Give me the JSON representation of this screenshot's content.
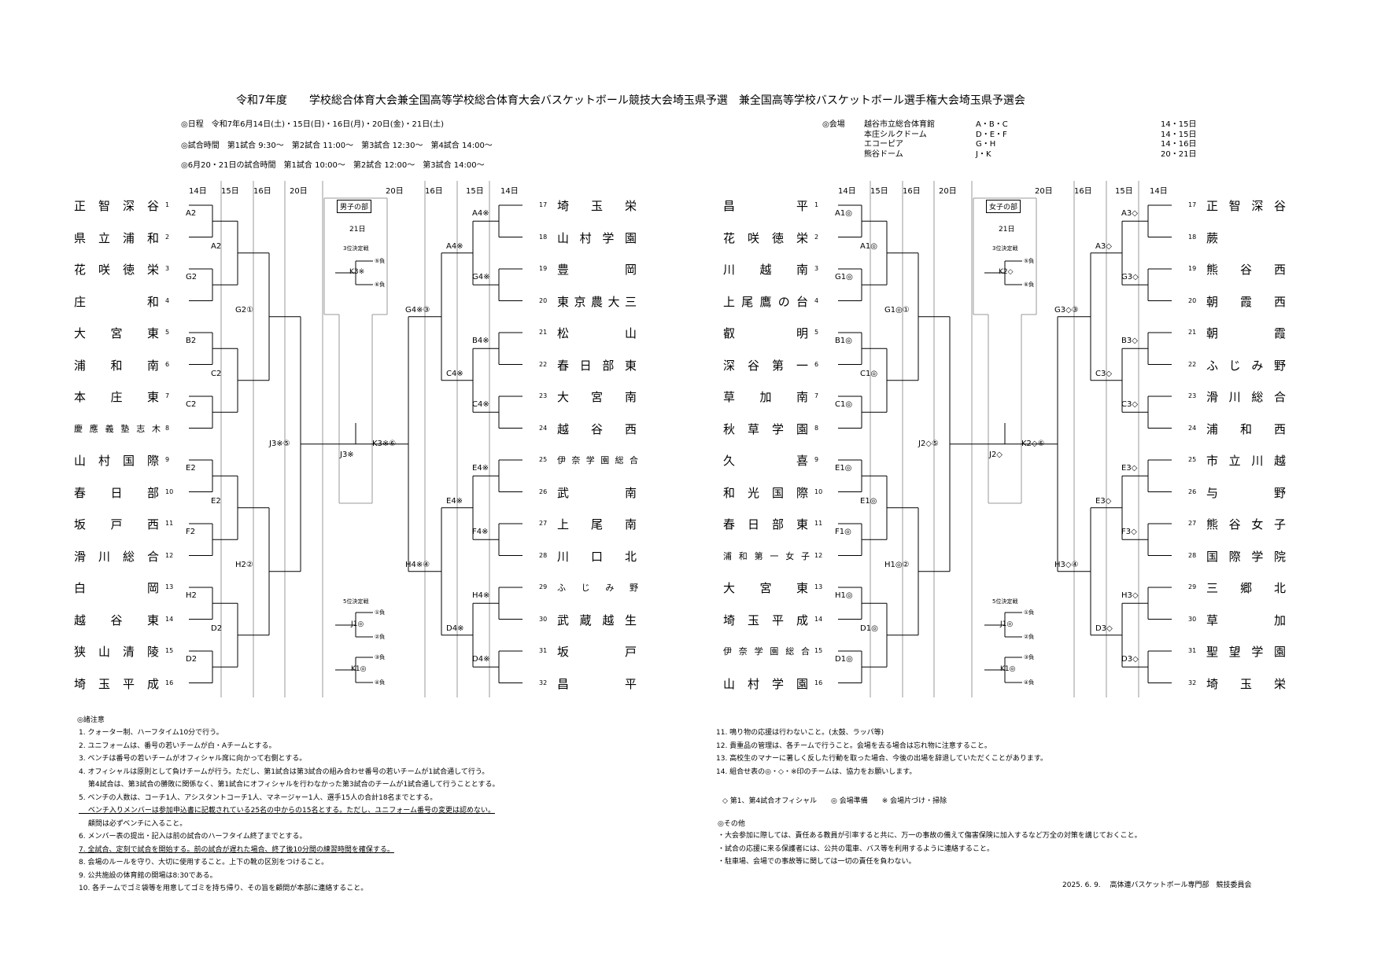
{
  "title": "令和7年度　　学校総合体育大会兼全国高等学校総合体育大会バスケットボール競技大会埼玉県予選　兼全国高等学校バスケットボール選手権大会埼玉県予選会",
  "info": {
    "schedule": "◎日程　令和7年6月14日(土)・15日(日)・16日(月)・20日(金)・21日(土)",
    "times": "◎試合時間　第1試合  9:30～　第2試合  11:00～　第3試合  12:30～　第4試合  14:00～",
    "times2021": "◎6月20・21日の試合時間　第1試合  10:00～　第2試合  12:00～　第3試合  14:00～",
    "venue_label": "◎会場",
    "venues": [
      {
        "name": "越谷市立総合体育館",
        "courts": "A・B・C",
        "dates": "14・15日"
      },
      {
        "name": "本庄シルクドーム",
        "courts": "D・E・F",
        "dates": "14・15日"
      },
      {
        "name": "エコーピア",
        "courts": "G・H",
        "dates": "14・16日"
      },
      {
        "name": "熊谷ドーム",
        "courts": "J・K",
        "dates": "20・21日"
      }
    ]
  },
  "men": {
    "label": "男子の部",
    "day21": "21日",
    "days_left": [
      "14日",
      "15日",
      "16日",
      "20日"
    ],
    "days_right": [
      "20日",
      "16日",
      "15日",
      "14日"
    ],
    "left_teams": [
      "正智深谷",
      "県立浦和",
      "花咲徳栄",
      "庄　　和",
      "大宮東",
      "浦和南",
      "本庄東",
      "慶應義塾志木",
      "山村国際",
      "春日部",
      "坂戸西",
      "滑川総合",
      "白　　岡",
      "越谷東",
      "狭山清陵",
      "埼玉平成"
    ],
    "left_small": [
      false,
      false,
      false,
      false,
      false,
      false,
      false,
      true,
      false,
      false,
      false,
      false,
      false,
      false,
      false,
      false
    ],
    "right_teams": [
      "埼玉栄",
      "山村学園",
      "豊　　岡",
      "東京農大三",
      "松　　山",
      "春日部東",
      "大宮南",
      "越谷西",
      "伊奈学園総合",
      "武　　南",
      "上尾南",
      "川口北",
      "ふじみ野",
      "武蔵越生",
      "坂　　戸",
      "昌　　平"
    ],
    "right_small": [
      false,
      false,
      false,
      false,
      false,
      false,
      false,
      false,
      true,
      false,
      false,
      false,
      true,
      false,
      false,
      false
    ],
    "left_r1": [
      "A2",
      "G2",
      "B2",
      "C2",
      "E2",
      "F2",
      "H2",
      "D2"
    ],
    "left_r2": [
      "A2",
      "C2",
      "E2",
      "D2"
    ],
    "left_r3": [
      "G2①",
      "H2②"
    ],
    "left_r4": "J3※⑤",
    "final": "J3※",
    "right_r4": "K3※⑥",
    "right_r3": [
      "G4※③",
      "H4※④"
    ],
    "right_r2": [
      "A4※",
      "C4※",
      "E4※",
      "D4※"
    ],
    "right_r1": [
      "A4※",
      "G4※",
      "B4※",
      "C4※",
      "E4※",
      "F4※",
      "H4※",
      "D4※"
    ],
    "third_label": "3位決定戦",
    "third_code": "K3※",
    "third_a": "⑤負",
    "third_b": "⑥負",
    "fifth_label": "5位決定戦",
    "j1": "J1◎",
    "k1": "K1◎",
    "j1_a": "①負",
    "j1_b": "②負",
    "k1_a": "③負",
    "k1_b": "④負"
  },
  "women": {
    "label": "女子の部",
    "day21": "21日",
    "days_left": [
      "14日",
      "15日",
      "16日",
      "20日"
    ],
    "days_right": [
      "20日",
      "16日",
      "15日",
      "14日"
    ],
    "left_teams": [
      "昌　　平",
      "花咲徳栄",
      "川越南",
      "上尾鷹の台",
      "叡　　明",
      "深谷第一",
      "草加南",
      "秋草学園",
      "久　　喜",
      "和光国際",
      "春日部東",
      "浦和第一女子",
      "大宮東",
      "埼玉平成",
      "伊奈学園総合",
      "山村学園"
    ],
    "left_small": [
      false,
      false,
      false,
      false,
      false,
      false,
      false,
      false,
      false,
      false,
      false,
      true,
      false,
      false,
      true,
      false
    ],
    "right_teams": [
      "正智深谷",
      "蕨",
      "熊谷西",
      "朝霞西",
      "朝　　霞",
      "ふじみ野",
      "滑川総合",
      "浦和西",
      "市立川越",
      "与　　野",
      "熊谷女子",
      "国際学院",
      "三郷北",
      "草　　加",
      "聖望学園",
      "埼玉栄"
    ],
    "right_small": [
      false,
      false,
      false,
      false,
      false,
      false,
      false,
      false,
      false,
      false,
      false,
      false,
      false,
      false,
      false,
      false
    ],
    "left_r1": [
      "A1◎",
      "G1◎",
      "B1◎",
      "C1◎",
      "E1◎",
      "F1◎",
      "H1◎",
      "D1◎"
    ],
    "left_r2": [
      "A1◎",
      "C1◎",
      "E1◎",
      "D1◎"
    ],
    "left_r3": [
      "G1◎①",
      "H1◎②"
    ],
    "left_r4": "J2◇⑤",
    "final": "J2◇",
    "right_r4": "K2◇⑥",
    "right_r3": [
      "G3◇③",
      "H3◇④"
    ],
    "right_r2": [
      "A3◇",
      "C3◇",
      "E3◇",
      "D3◇"
    ],
    "right_r1": [
      "A3◇",
      "G3◇",
      "B3◇",
      "C3◇",
      "E3◇",
      "F3◇",
      "H3◇",
      "D3◇"
    ],
    "third_label": "3位決定戦",
    "third_code": "K2◇",
    "third_a": "⑤負",
    "third_b": "⑥負",
    "fifth_label": "5位決定戦",
    "j1": "J1◎",
    "k1": "K1◎",
    "j1_a": "①負",
    "j1_b": "②負",
    "k1_a": "③負",
    "k1_b": "④負"
  },
  "notes": {
    "heading": "◎諸注意",
    "left": [
      {
        "t": "1. クォーター制、ハーフタイム10分で行う。"
      },
      {
        "t": "2. ユニフォームは、番号の若いチームが白・Aチームとする。"
      },
      {
        "t": "3. ベンチは番号の若いチームがオフィシャル席に向かって右側とする。"
      },
      {
        "t": "4. オフィシャルは原則として負けチームが行う。ただし、第1試合は第3試合の組み合わせ番号の若いチームが1試合通して行う。"
      },
      {
        "t": "　 第4試合は、第3試合の勝敗に関係なく、第1試合にオフィシャルを行わなかった第3試合のチームが1試合通して行うこととする。"
      },
      {
        "t": "5. ベンチの人数は、コーチ1人、アシスタントコーチ1人、マネージャー1人、選手15人の合計18名までとする。"
      },
      {
        "t": "　 ベンチ入りメンバーは参加申込書に記載されている25名の中からの15名とする。ただし、ユニフォーム番号の変更は認めない。",
        "u": true
      },
      {
        "t": "　 顧問は必ずベンチに入ること。"
      },
      {
        "t": "6. メンバー表の提出・記入は前の試合のハーフタイム終了までとする。"
      },
      {
        "t": "7. 全試合、定刻で試合を開始する。前の試合が遅れた場合、終了後10分間の練習時間を確保する。",
        "u": true
      },
      {
        "t": "8. 会場のルールを守り、大切に使用すること。上下の靴の区別をつけること。"
      },
      {
        "t": "9. 公共施設の体育館の開場は8:30である。"
      },
      {
        "t": "10. 各チームでゴミ袋等を用意してゴミを持ち帰り、その旨を顧問が本部に連絡すること。"
      }
    ],
    "right": [
      "11. 鳴り物の応援は行わないこと。(太鼓、ラッパ等)",
      "12. 貴重品の管理は、各チームで行うこと。会場を去る場合は忘れ物に注意すること。",
      "13. 高校生のマナーに著しく反した行動を取った場合、今後の出場を辞退していただくことがあります。",
      "14. 組合せ表の◎・◇・※印のチームは、協力をお願いします。"
    ],
    "legend": "◇ 第1、第4試合オフィシャル　　◎ 会場準備　　※ 会場片づけ・掃除",
    "other_heading": "◎その他",
    "other": [
      "・大会参加に際しては、責任ある教員が引率すると共に、万一の事故の備えて傷害保険に加入するなど万全の対策を講じておくこと。",
      "・試合の応援に来る保護者には、公共の電車、バス等を利用するように連絡すること。",
      "・駐車場、会場での事故等に関しては一切の責任を負わない。"
    ],
    "footer": "2025. 6. 9.　 高体連バスケットボール専門部　競技委員会"
  }
}
